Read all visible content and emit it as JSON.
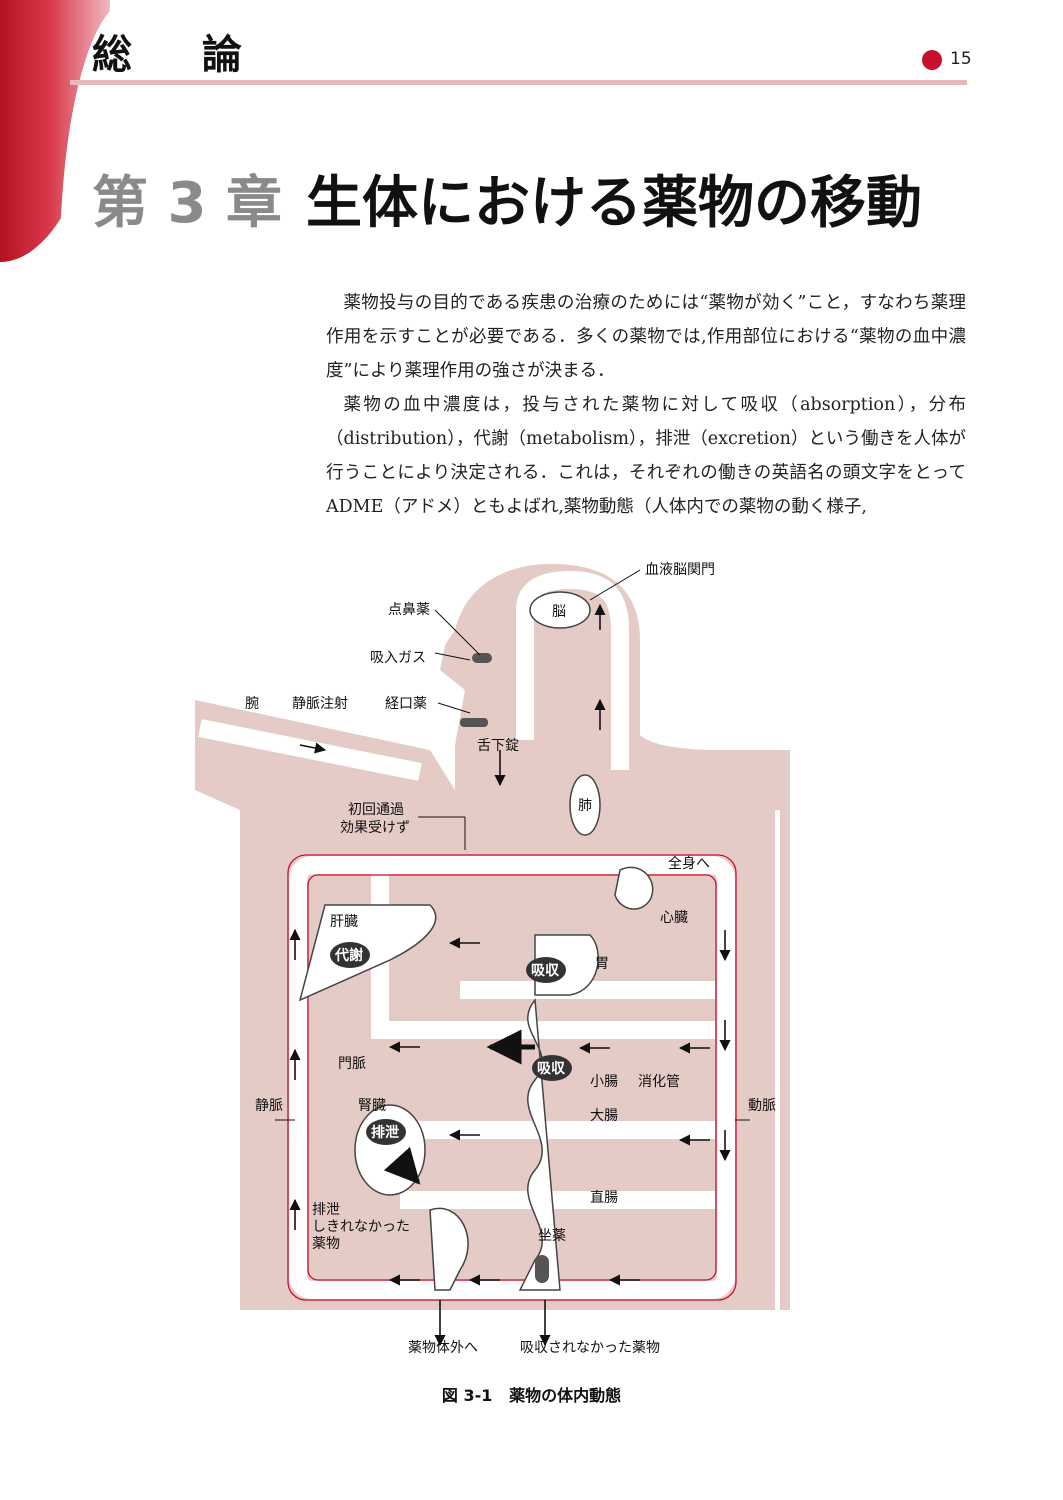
{
  "header": {
    "section_title": "総 論",
    "page_number": "15",
    "accent_color": "#c8102e"
  },
  "chapter": {
    "number": "第 3 章",
    "title": "生体における薬物の移動"
  },
  "body": {
    "paragraphs": [
      "薬物投与の目的である疾患の治療のためには“薬物が効く”こと，すなわち薬理作用を示すことが必要である．多くの薬物では,作用部位における“薬物の血中濃度”により薬理作用の強さが決まる．",
      "薬物の血中濃度は，投与された薬物に対して吸収（absorption），分布（distribution），代謝（metabolism），排泄（excretion）という働きを人体が行うことにより決定される．これは，それぞれの働きの英語名の頭文字をとって ADME（アドメ）ともよばれ,薬物動態（人体内での薬物の動く様子,"
    ]
  },
  "figure": {
    "labels": {
      "bbb": "血液脳関門",
      "brain": "脳",
      "nasal": "点鼻薬",
      "inhaled": "吸入ガス",
      "arm": "腕",
      "iv": "静脈注射",
      "oral": "経口薬",
      "sublingual": "舌下錠",
      "lung": "肺",
      "first_pass_1": "初回通過",
      "first_pass_2": "効果受けず",
      "systemic": "全身へ",
      "heart": "心臓",
      "liver": "肝臓",
      "metabolism": "代謝",
      "absorption_stomach": "吸収",
      "stomach": "胃",
      "portal": "門脈",
      "absorption_intestine": "吸収",
      "small_intestine": "小腸",
      "large_intestine": "大腸",
      "digestive": "消化管",
      "vein": "静脈",
      "artery": "動脈",
      "kidney": "腎臓",
      "excretion": "排泄",
      "unexcreted_1": "排泄",
      "unexcreted_2": "しきれなかった",
      "unexcreted_3": "薬物",
      "rectum": "直腸",
      "suppository": "坐薬",
      "out_of_body": "薬物体外へ",
      "unabsorbed": "吸収されなかった薬物"
    },
    "caption_label": "図 3-1",
    "caption_text": "薬物の体内動態",
    "body_color": "#e5cbc6",
    "vessel_color": "#c8102e"
  }
}
